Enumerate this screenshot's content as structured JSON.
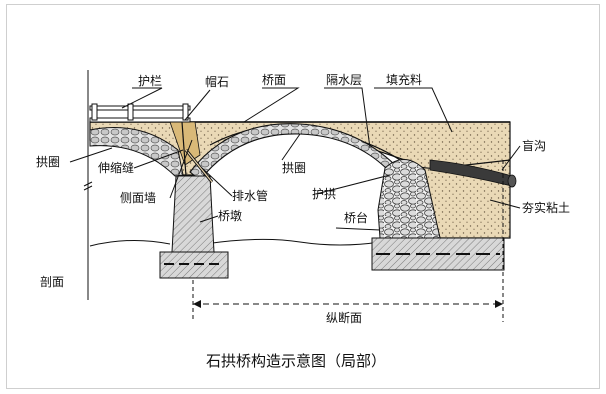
{
  "labels": {
    "railing": "护栏",
    "cap_stone": "帽石",
    "deck": "桥面",
    "waterproof_layer": "隔水层",
    "fill_material": "填充料",
    "arch_ring_left": "拱圈",
    "expansion_joint": "伸缩缝",
    "side_wall": "侧面墙",
    "drain_pipe": "排水管",
    "arch_ring_mid": "拱圈",
    "arch_protection": "护拱",
    "blind_ditch": "盲沟",
    "compacted_clay": "夯实粘土",
    "pier": "桥墩",
    "abutment": "桥台",
    "cross_section": "剖面",
    "longitudinal_section": "纵断面"
  },
  "caption": "石拱桥构造示意图（局部）",
  "colors": {
    "fill_tan": "#e6d2ab",
    "fill_dots": "#8a7a60",
    "stone": "#bfbfbf",
    "stone_dark": "#7d7d7d",
    "blind_ditch": "#3a3a3a",
    "line": "#111111"
  }
}
